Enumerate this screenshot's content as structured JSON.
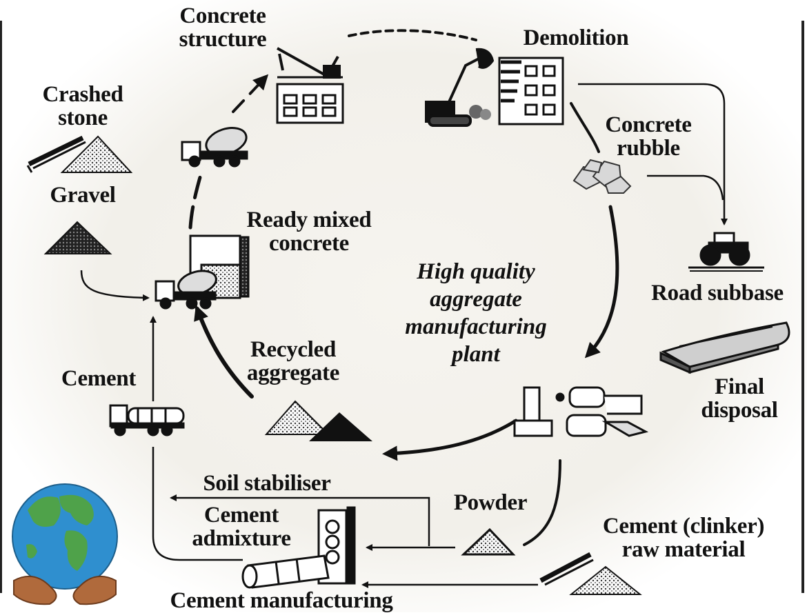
{
  "labels": {
    "concrete_structure": "Concrete\nstructure",
    "demolition": "Demolition",
    "crashed_stone": "Crashed\nstone",
    "gravel": "Gravel",
    "concrete_rubble": "Concrete\nrubble",
    "ready_mixed_concrete": "Ready mixed\nconcrete",
    "road_subbase": "Road subbase",
    "plant": "High quality\naggregate\nmanufacturing\nplant",
    "recycled_aggregate": "Recycled\naggregate",
    "cement": "Cement",
    "final_disposal": "Final\ndisposal",
    "soil_stabiliser": "Soil stabiliser",
    "powder": "Powder",
    "cement_admixture": "Cement\nadmixture",
    "cement_clinker_raw_material": "Cement (clinker)\nraw material",
    "cement_manufacturing": "Cement manufacturing"
  },
  "colors": {
    "ink": "#111111",
    "globe_ocean": "#2f8fcf",
    "globe_land": "#4fa24a",
    "hands": "#b06a3c"
  },
  "icons": [
    "crane-icon",
    "excavator-icon",
    "building-icon",
    "mixer-truck-icon",
    "rubble-icon",
    "road-roller-icon",
    "stone-pile-icon",
    "gravel-pile-icon",
    "silo-icon",
    "aggregate-pile-icon",
    "cement-truck-icon",
    "landfill-icon",
    "crusher-plant-icon",
    "powder-pile-icon",
    "cement-kiln-icon",
    "clinker-conveyor-icon",
    "globe-hands-icon"
  ]
}
